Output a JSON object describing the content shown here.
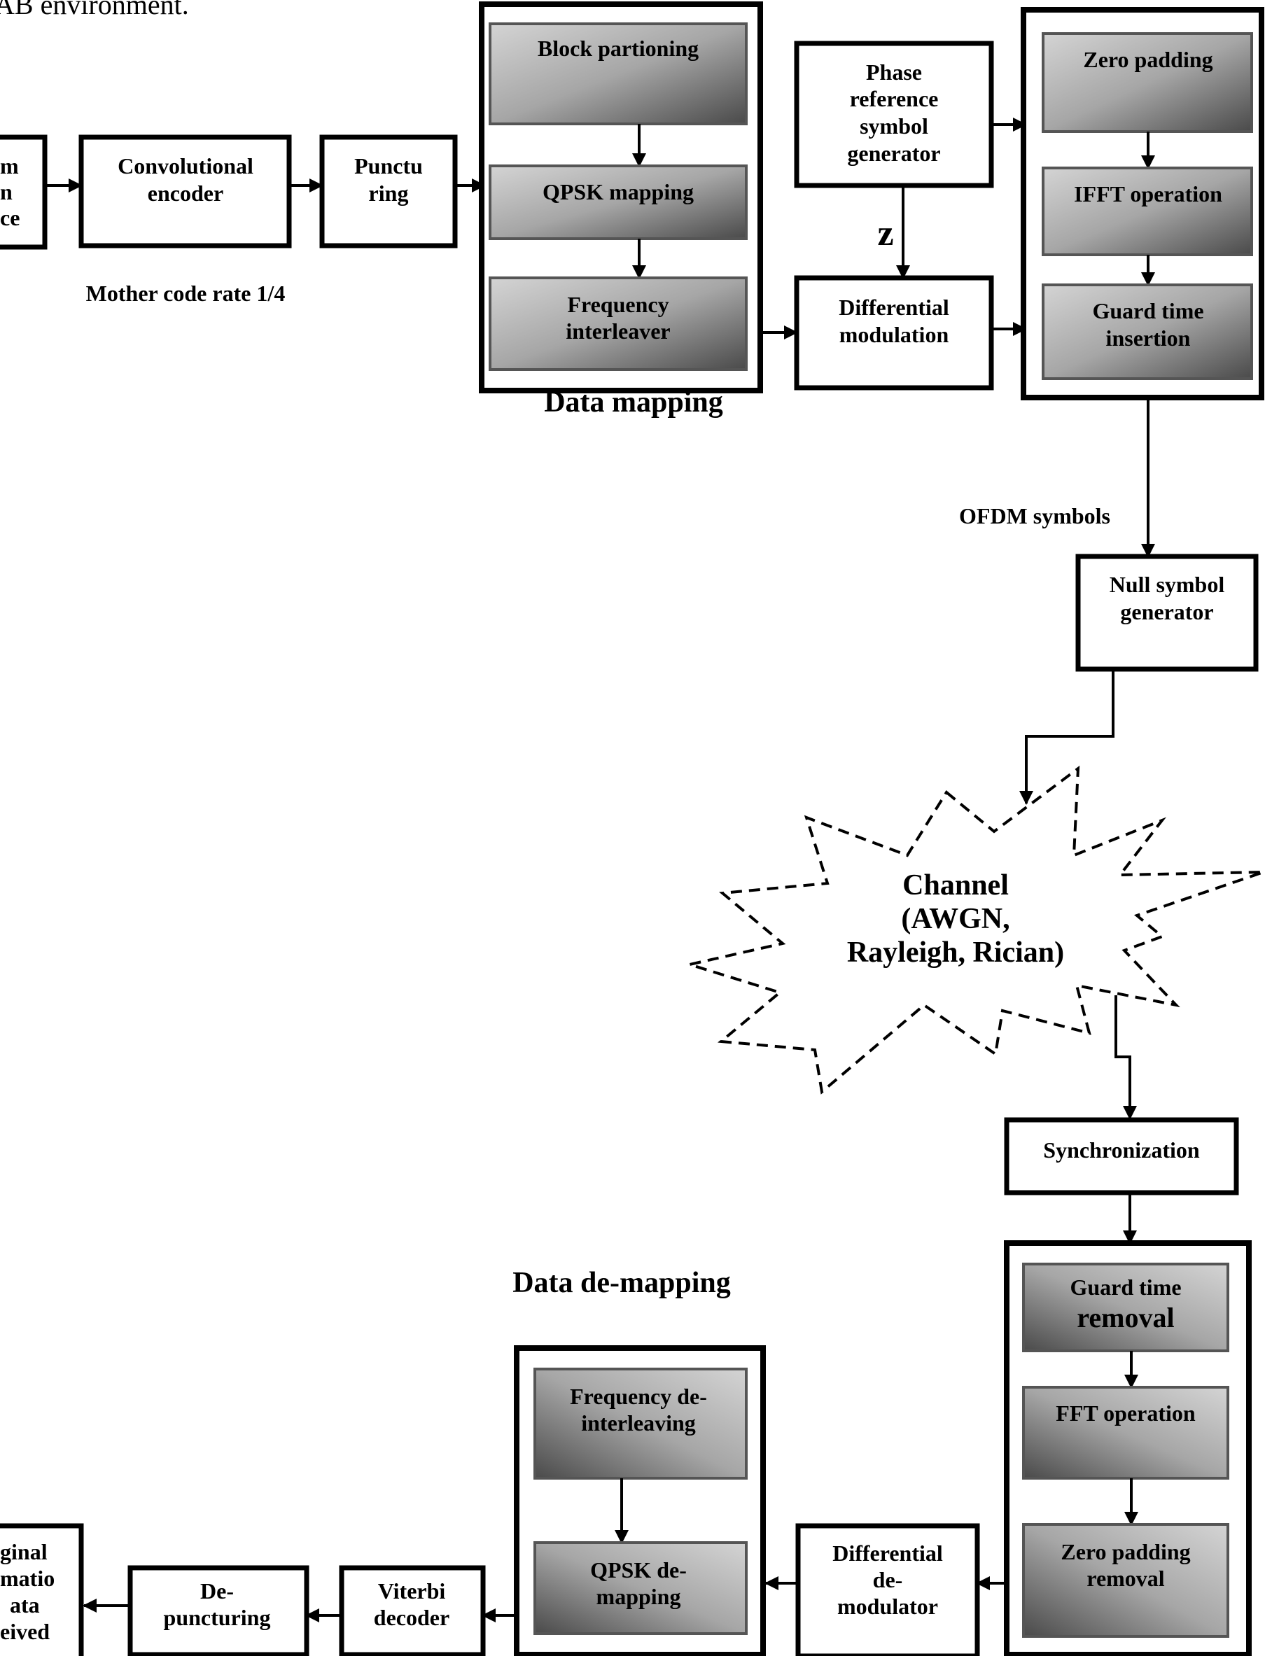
{
  "caption_fragment": "AB environment.",
  "transmitter": {
    "source_label": [
      "m",
      "n",
      "ce"
    ],
    "conv_encoder_label": [
      "Convolutional",
      "encoder"
    ],
    "puncturing_label": [
      "Punctu",
      "ring"
    ],
    "mother_code_rate": "Mother code rate 1/4",
    "data_mapping": {
      "title": "Data mapping",
      "block_partitioning": "Block partioning",
      "qpsk_mapping": "QPSK mapping",
      "freq_interleaver": [
        "Frequency",
        "interleaver"
      ]
    },
    "phase_ref_generator": [
      "Phase",
      "reference",
      "symbol",
      "generator"
    ],
    "delay_label": "z",
    "diff_modulation": [
      "Differential",
      "modulation"
    ],
    "ofdm_block": {
      "zero_padding": "Zero padding",
      "ifft": "IFFT operation",
      "guard_insertion": [
        "Guard time",
        "insertion"
      ]
    },
    "ofdm_symbols_label": "OFDM symbols",
    "null_symbol_generator": [
      "Null symbol",
      "generator"
    ]
  },
  "channel": {
    "label": [
      "Channel",
      "(AWGN,",
      "Rayleigh, Rician)"
    ]
  },
  "receiver": {
    "synchronization": "Synchronization",
    "ofdm_demod_block": {
      "guard_removal": [
        "Guard time",
        "removal"
      ],
      "fft": "FFT operation",
      "zero_padding_removal": [
        "Zero padding",
        "removal"
      ]
    },
    "diff_demodulator": [
      "Differential",
      "de-",
      "modulator"
    ],
    "data_demapping": {
      "title": "Data de-mapping",
      "freq_deinterleaving": [
        "Frequency de-",
        "interleaving"
      ],
      "qpsk_demapping": [
        "QPSK de-",
        "mapping"
      ]
    },
    "viterbi_decoder": [
      "Viterbi",
      "decoder"
    ],
    "depuncturing": [
      "De-",
      "puncturing"
    ],
    "output_label": [
      "ginal",
      "matio",
      "ata",
      "eived"
    ]
  }
}
